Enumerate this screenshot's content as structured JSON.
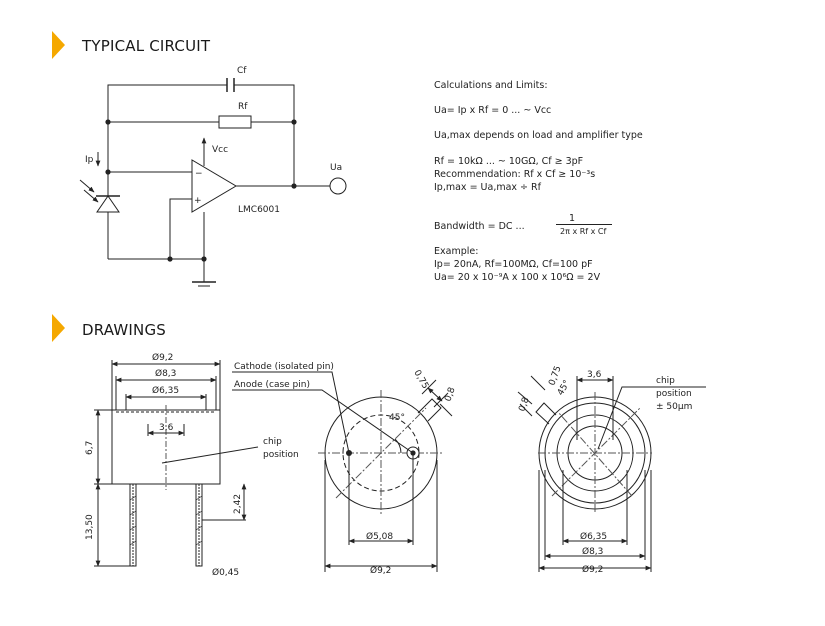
{
  "sections": {
    "typical_circuit": "TYPICAL CIRCUIT",
    "drawings": "DRAWINGS"
  },
  "accent_color": "#f5a800",
  "circuit": {
    "cf": "Cf",
    "rf": "Rf",
    "ip": "Ip",
    "vcc": "Vcc",
    "ua": "Ua",
    "minus": "−",
    "plus": "+",
    "opamp": "LMC6001"
  },
  "calc": {
    "title": "Calculations and Limits:",
    "l1": "Ua= Ip x Rf = 0 ... ~ Vcc",
    "l2": "Ua,max depends on load and amplifier type",
    "l3": "Rf = 10kΩ ... ~ 10GΩ, Cf ≥ 3pF",
    "l4": "Recommendation: Rf x Cf ≥ 10⁻³s",
    "l5": "Ip,max = Ua,max ÷ Rf",
    "bw_label": "Bandwidth = DC ...",
    "bw_num": "1",
    "bw_den": "2π x Rf x Cf",
    "ex_title": "Example:",
    "ex1": "Ip= 20nA, Rf=100MΩ, Cf=100 pF",
    "ex2": "Ua= 20 x 10⁻⁹A x 100 x 10⁶Ω = 2V"
  },
  "side": {
    "d92": "Ø9,2",
    "d83": "Ø8,3",
    "d635": "Ø6,35",
    "w36": "3,6",
    "h67": "6,7",
    "h1350": "13,50",
    "h242": "2,42",
    "d045": "Ø0,45",
    "chip": "chip",
    "position": "position"
  },
  "bottom": {
    "cathode": "Cathode (isolated pin)",
    "anode": "Anode (case pin)",
    "d075": "0,75",
    "d08": "0,8",
    "a45": "45°",
    "d508": "Ø5,08",
    "d92": "Ø9,2"
  },
  "top": {
    "d075": "0,75",
    "d08": "0,8",
    "w36": "3,6",
    "a45": "45°",
    "chip": "chip",
    "position": "position",
    "tol": "± 50µm",
    "d635": "Ø6,35",
    "d83": "Ø8,3",
    "d92": "Ø9,2"
  }
}
